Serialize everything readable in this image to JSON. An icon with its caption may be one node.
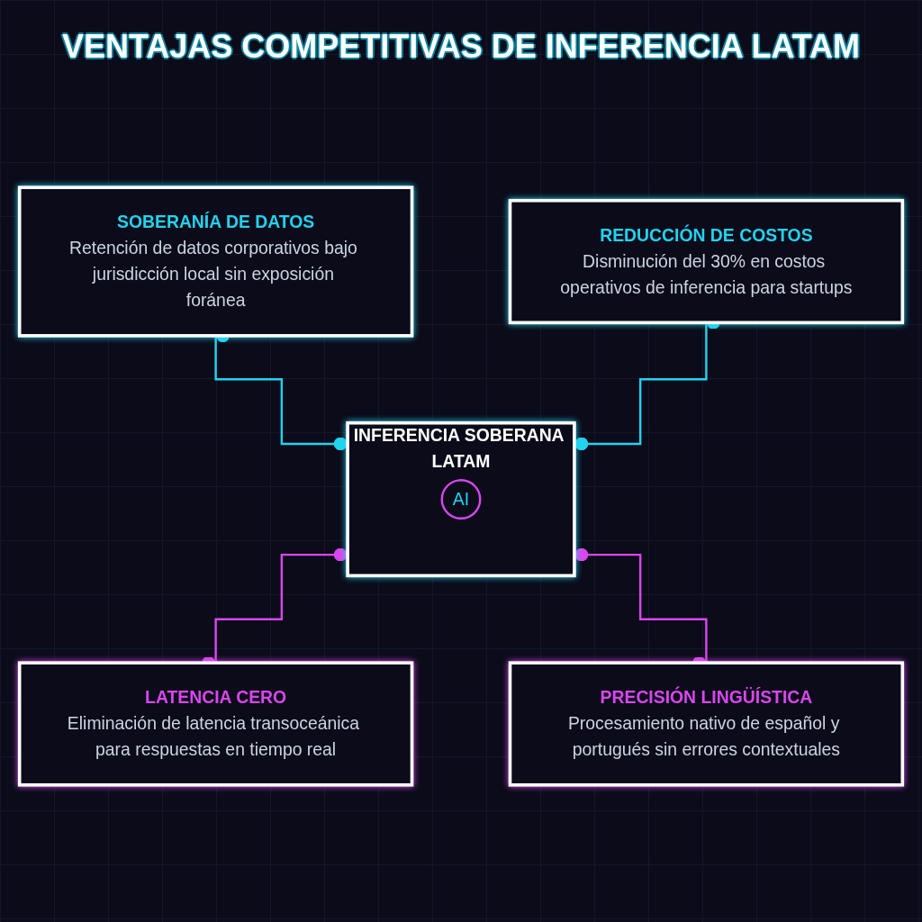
{
  "diagram": {
    "title": "VENTAJAS COMPETITIVAS DE INFERENCIA LATAM",
    "nodes": [
      {
        "text": [
          "SOBERANÍA DE DATOS",
          "Retención de datos corporativos bajo jurisdicción local sin exposición foránea"
        ]
      },
      {
        "text": [
          "REDUCCIÓN DE COSTOS",
          "Disminución del 30% en costos operativos de inferencia para startups"
        ]
      },
      {
        "text": [
          "INFERENCIA SOBERANA LATAM"
        ]
      },
      {
        "text": [
          "AI"
        ],
        "in": 2
      },
      {
        "text": [
          "LATENCIA CERO",
          "Eliminación de latencia transoceánica para respuestas en tiempo real"
        ]
      },
      {
        "text": [
          "PRECISIÓN LINGÜÍSTICA",
          "Procesamiento nativo de español y portugués sin errores contextuales"
        ]
      }
    ],
    "edges": [
      {
        "from": 0,
        "to": 2,
        "arrow": "other",
        "color": "#22d3ee"
      },
      {
        "from": 1,
        "to": 2,
        "arrow": "other",
        "color": "#22d3ee"
      },
      {
        "from": 2,
        "to": 4,
        "arrow": "other",
        "color": "#d946ef"
      },
      {
        "from": 2,
        "to": 5,
        "arrow": "other",
        "color": "#d946ef"
      }
    ]
  }
}
